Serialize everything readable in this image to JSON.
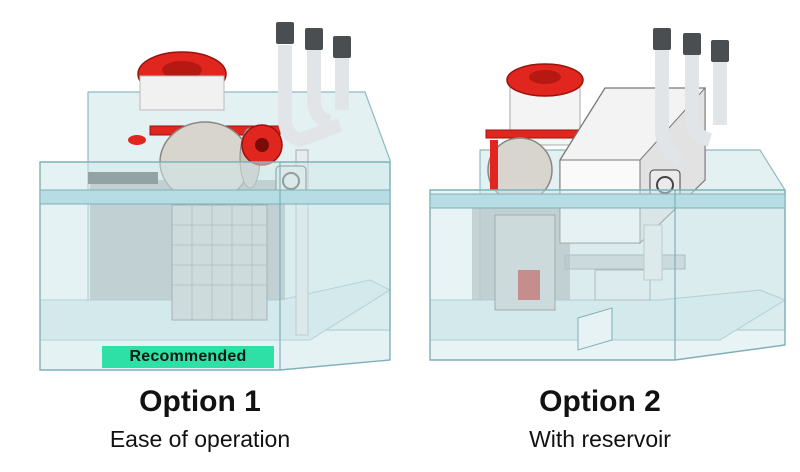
{
  "options": [
    {
      "title": "Option 1",
      "subtitle": "Ease of operation",
      "badge": "Recommended"
    },
    {
      "title": "Option 2",
      "subtitle": "With reservoir"
    }
  ],
  "colors": {
    "accent_red": "#e0261f",
    "glass": "#cfe7ea",
    "glass_edge": "#7fb0b8",
    "badge": "#2ee0a6",
    "roller": "#d8d5cf",
    "pipe": "#e9ecee",
    "reservoir": "#f3f3f3"
  }
}
